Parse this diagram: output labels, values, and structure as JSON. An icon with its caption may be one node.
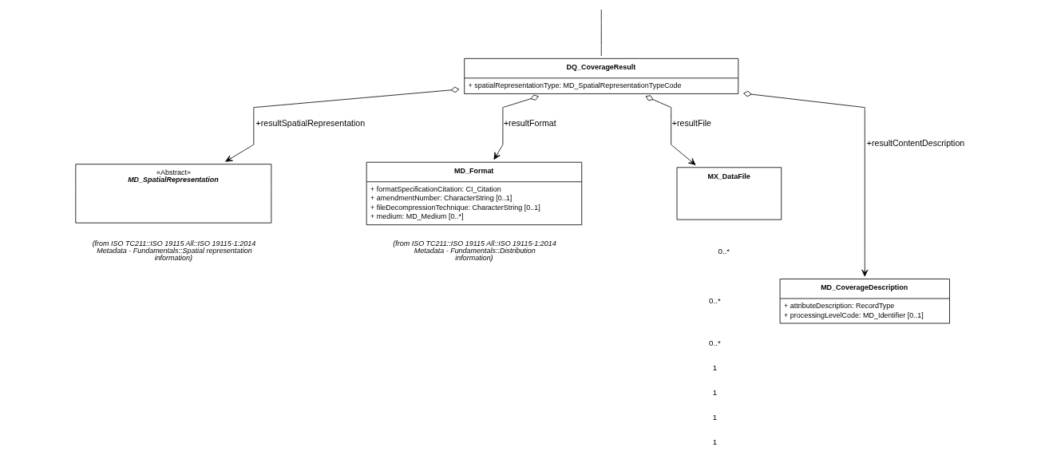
{
  "diagram": {
    "nodes": [
      {
        "text": [
          "DQ_CoverageResult",
          "+ spatialRepresentationType: MD_SpatialRepresentationTypeCode"
        ]
      },
      {
        "text": [
          "MX_DataFile"
        ]
      },
      {
        "text": [
          "«Abstract»",
          "MD_SpatialRepresentation"
        ],
        "beside": [
          "(from ISO TC211::ISO 19115 All::ISO 19115-1:2014 Metadata - Fundamentals::Spatial representation information)"
        ]
      },
      {
        "text": [
          "MD_Format",
          "+ formatSpecificationCitation: CI_Citation",
          "+ amendmentNumber: CharacterString [0..1]",
          "+ fileDecompressionTechnique: CharacterString [0..1]",
          "+ medium: MD_Medium [0..*]"
        ],
        "beside": [
          "(from ISO TC211::ISO 19115 All::ISO 19115-1:2014 Metadata - Fundamentals::Distribution information)"
        ]
      },
      {
        "text": [
          "MD_CoverageDescription",
          "+ attributeDescription: RecordType",
          "+ processingLevelCode: MD_Identifier [0..1]"
        ]
      }
    ],
    "edges": [
      {
        "from": null,
        "to": 0,
        "arrow": "none"
      },
      {
        "from": 0,
        "to": 2,
        "arrow": "to",
        "label": "+resultSpatialRepresentation"
      },
      {
        "from": 0,
        "to": 4,
        "arrow": "to",
        "label": "+resultContentDescription"
      },
      {
        "from": 0,
        "to": 3,
        "arrow": "to",
        "label": "+resultFormat"
      },
      {
        "from": 0,
        "to": 1,
        "arrow": "to",
        "label": "+resultFile"
      }
    ],
    "labels": [
      "0..*",
      "0..*",
      "0..*",
      "1",
      "1",
      "1",
      "1"
    ]
  }
}
